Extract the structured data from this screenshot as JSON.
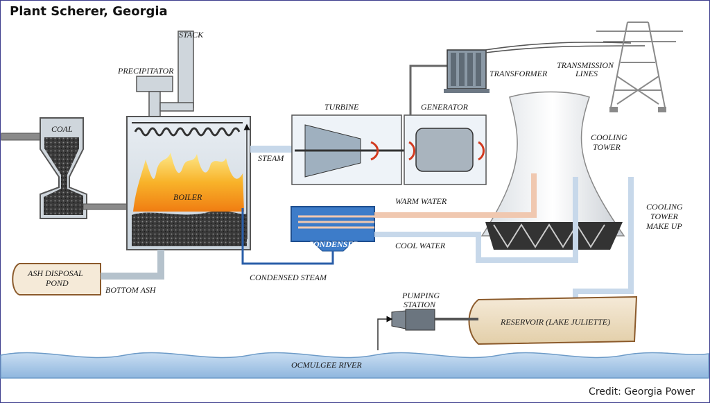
{
  "title": "Plant Scherer, Georgia",
  "credit": "Credit: Georgia Power",
  "labels": {
    "stack": "STACK",
    "precipitator": "PRECIPITATOR",
    "coal": "COAL",
    "boiler": "BOILER",
    "turbine": "TURBINE",
    "generator": "GENERATOR",
    "transformer": "TRANSFORMER",
    "transmission_1": "TRANSMISSION",
    "transmission_2": "LINES",
    "cooling_tower_1": "COOLING",
    "cooling_tower_2": "TOWER",
    "steam": "STEAM",
    "warm_water": "WARM WATER",
    "cool_water": "COOL WATER",
    "condenser": "CONDENSER",
    "condensed_steam": "CONDENSED STEAM",
    "ash_pond_1": "ASH DISPOSAL",
    "ash_pond_2": "POND",
    "bottom_ash": "BOTTOM ASH",
    "makeup_1": "COOLING",
    "makeup_2": "TOWER",
    "makeup_3": "MAKE UP",
    "pumping_1": "PUMPING",
    "pumping_2": "STATION",
    "reservoir": "RESERVOIR (LAKE JULIETTE)",
    "river": "OCMULGEE RIVER"
  },
  "colors": {
    "frame": "#3b3b8c",
    "steam_pipe": "#2a5ea8",
    "warm_pipe": "#f0c8b0",
    "cool_pipe": "#c7d8ea",
    "river": "#9ec3e6",
    "fire": "#f5a623",
    "condenser": "#3d7cc9"
  }
}
